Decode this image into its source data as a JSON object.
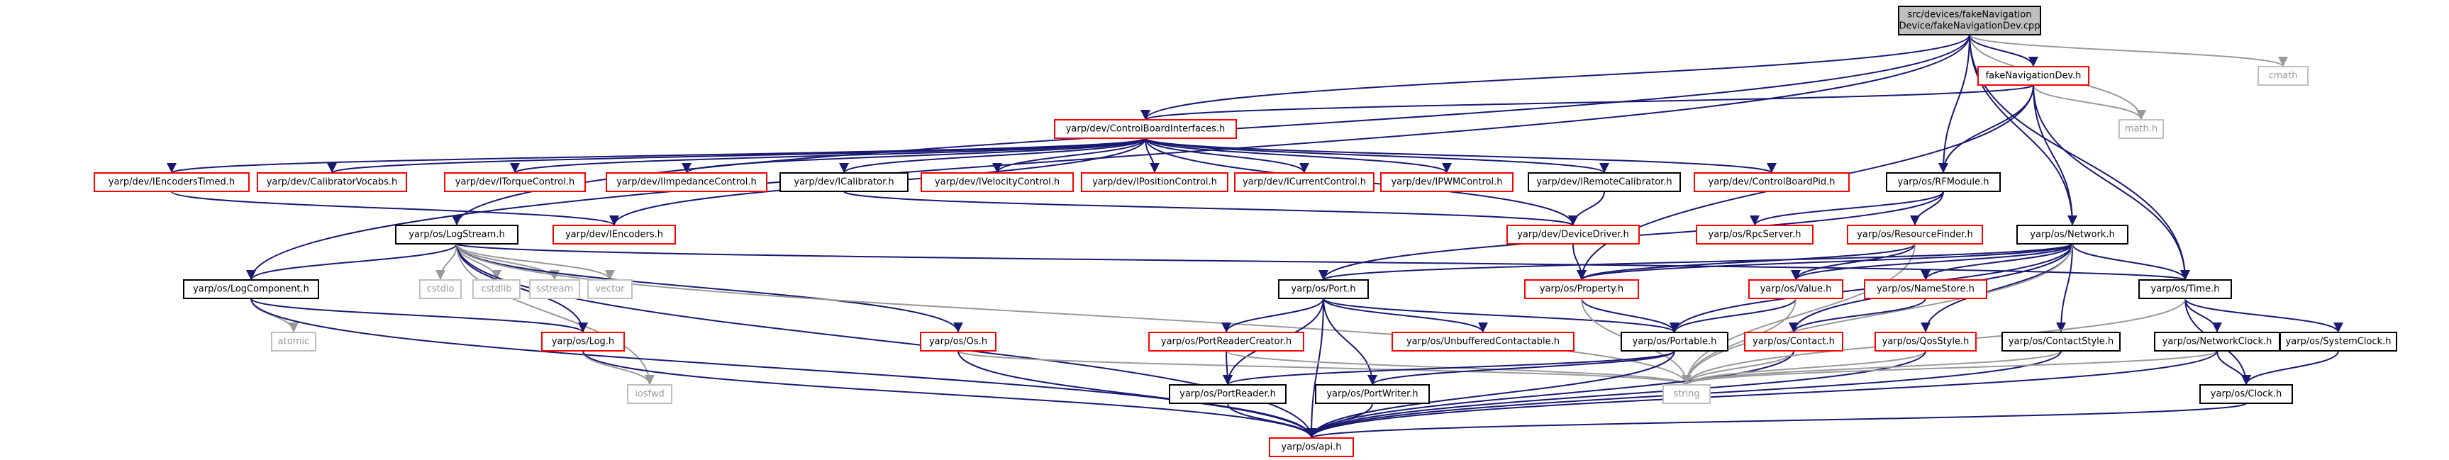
{
  "colors": {
    "edge": "#191970",
    "edge_system": "#999999",
    "border_documented": "#000000",
    "border_undocumented": "#ff0000",
    "border_system": "#bfbfbf",
    "root_fill": "#bfbfbf",
    "text": "#000000",
    "text_system": "#999999"
  },
  "nodes": [
    {
      "id": "root",
      "lines": [
        "src/devices/fakeNavigation",
        "Device/fakeNavigationDev.cpp"
      ],
      "kind": "root"
    },
    {
      "id": "fakeNav",
      "lines": [
        "fakeNavigationDev.h"
      ],
      "kind": "red"
    },
    {
      "id": "cmath",
      "lines": [
        "cmath"
      ],
      "kind": "gray"
    },
    {
      "id": "cbi",
      "lines": [
        "yarp/dev/ControlBoardInterfaces.h"
      ],
      "kind": "red"
    },
    {
      "id": "mathh",
      "lines": [
        "math.h"
      ],
      "kind": "gray"
    },
    {
      "id": "ienctimed",
      "lines": [
        "yarp/dev/IEncodersTimed.h"
      ],
      "kind": "red"
    },
    {
      "id": "calvocabs",
      "lines": [
        "yarp/dev/CalibratorVocabs.h"
      ],
      "kind": "red"
    },
    {
      "id": "itorque",
      "lines": [
        "yarp/dev/ITorqueControl.h"
      ],
      "kind": "red"
    },
    {
      "id": "iimped",
      "lines": [
        "yarp/dev/IImpedanceControl.h"
      ],
      "kind": "red"
    },
    {
      "id": "icalib",
      "lines": [
        "yarp/dev/ICalibrator.h"
      ],
      "kind": "black"
    },
    {
      "id": "ivel",
      "lines": [
        "yarp/dev/IVelocityControl.h"
      ],
      "kind": "red"
    },
    {
      "id": "ipos",
      "lines": [
        "yarp/dev/IPositionControl.h"
      ],
      "kind": "red"
    },
    {
      "id": "icurr",
      "lines": [
        "yarp/dev/ICurrentControl.h"
      ],
      "kind": "red"
    },
    {
      "id": "ipwm",
      "lines": [
        "yarp/dev/IPWMControl.h"
      ],
      "kind": "red"
    },
    {
      "id": "iremcal",
      "lines": [
        "yarp/dev/IRemoteCalibrator.h"
      ],
      "kind": "black"
    },
    {
      "id": "cbpid",
      "lines": [
        "yarp/dev/ControlBoardPid.h"
      ],
      "kind": "red"
    },
    {
      "id": "rfmodule",
      "lines": [
        "yarp/os/RFModule.h"
      ],
      "kind": "black"
    },
    {
      "id": "logstream",
      "lines": [
        "yarp/os/LogStream.h"
      ],
      "kind": "black"
    },
    {
      "id": "iencoders",
      "lines": [
        "yarp/dev/IEncoders.h"
      ],
      "kind": "red"
    },
    {
      "id": "devdriver",
      "lines": [
        "yarp/dev/DeviceDriver.h"
      ],
      "kind": "red"
    },
    {
      "id": "rpcserver",
      "lines": [
        "yarp/os/RpcServer.h"
      ],
      "kind": "red"
    },
    {
      "id": "resfinder",
      "lines": [
        "yarp/os/ResourceFinder.h"
      ],
      "kind": "red"
    },
    {
      "id": "network",
      "lines": [
        "yarp/os/Network.h"
      ],
      "kind": "black"
    },
    {
      "id": "logcomp",
      "lines": [
        "yarp/os/LogComponent.h"
      ],
      "kind": "black"
    },
    {
      "id": "cstdio",
      "lines": [
        "cstdio"
      ],
      "kind": "gray"
    },
    {
      "id": "cstdlib",
      "lines": [
        "cstdlib"
      ],
      "kind": "gray"
    },
    {
      "id": "sstream",
      "lines": [
        "sstream"
      ],
      "kind": "gray"
    },
    {
      "id": "vector",
      "lines": [
        "vector"
      ],
      "kind": "gray"
    },
    {
      "id": "port",
      "lines": [
        "yarp/os/Port.h"
      ],
      "kind": "black"
    },
    {
      "id": "property",
      "lines": [
        "yarp/os/Property.h"
      ],
      "kind": "red"
    },
    {
      "id": "value",
      "lines": [
        "yarp/os/Value.h"
      ],
      "kind": "red"
    },
    {
      "id": "namestore",
      "lines": [
        "yarp/os/NameStore.h"
      ],
      "kind": "red"
    },
    {
      "id": "time",
      "lines": [
        "yarp/os/Time.h"
      ],
      "kind": "black"
    },
    {
      "id": "atomic",
      "lines": [
        "atomic"
      ],
      "kind": "gray"
    },
    {
      "id": "log",
      "lines": [
        "yarp/os/Log.h"
      ],
      "kind": "red"
    },
    {
      "id": "os",
      "lines": [
        "yarp/os/Os.h"
      ],
      "kind": "red"
    },
    {
      "id": "portreadercreator",
      "lines": [
        "yarp/os/PortReaderCreator.h"
      ],
      "kind": "red"
    },
    {
      "id": "unbuffered",
      "lines": [
        "yarp/os/UnbufferedContactable.h"
      ],
      "kind": "red"
    },
    {
      "id": "portable",
      "lines": [
        "yarp/os/Portable.h"
      ],
      "kind": "black"
    },
    {
      "id": "contact",
      "lines": [
        "yarp/os/Contact.h"
      ],
      "kind": "red"
    },
    {
      "id": "qosstyle",
      "lines": [
        "yarp/os/QosStyle.h"
      ],
      "kind": "red"
    },
    {
      "id": "contactstyle",
      "lines": [
        "yarp/os/ContactStyle.h"
      ],
      "kind": "black"
    },
    {
      "id": "netclock",
      "lines": [
        "yarp/os/NetworkClock.h"
      ],
      "kind": "black"
    },
    {
      "id": "sysclock",
      "lines": [
        "yarp/os/SystemClock.h"
      ],
      "kind": "black"
    },
    {
      "id": "iosfwd",
      "lines": [
        "iosfwd"
      ],
      "kind": "gray"
    },
    {
      "id": "string",
      "lines": [
        "string"
      ],
      "kind": "gray"
    },
    {
      "id": "portreader",
      "lines": [
        "yarp/os/PortReader.h"
      ],
      "kind": "black"
    },
    {
      "id": "portwriter",
      "lines": [
        "yarp/os/PortWriter.h"
      ],
      "kind": "black"
    },
    {
      "id": "clock",
      "lines": [
        "yarp/os/Clock.h"
      ],
      "kind": "black"
    },
    {
      "id": "api",
      "lines": [
        "yarp/os/api.h"
      ],
      "kind": "red"
    }
  ],
  "edges": [
    [
      "root",
      "fakeNav"
    ],
    [
      "root",
      "cmath"
    ],
    [
      "root",
      "cbi"
    ],
    [
      "root",
      "mathh"
    ],
    [
      "root",
      "rfmodule"
    ],
    [
      "root",
      "logstream"
    ],
    [
      "root",
      "logcomp"
    ],
    [
      "root",
      "network"
    ],
    [
      "root",
      "time"
    ],
    [
      "fakeNav",
      "cbi"
    ],
    [
      "fakeNav",
      "mathh"
    ],
    [
      "fakeNav",
      "rfmodule"
    ],
    [
      "fakeNav",
      "network"
    ],
    [
      "fakeNav",
      "time"
    ],
    [
      "fakeNav",
      "property"
    ],
    [
      "cbi",
      "ienctimed"
    ],
    [
      "cbi",
      "calvocabs"
    ],
    [
      "cbi",
      "itorque"
    ],
    [
      "cbi",
      "iimped"
    ],
    [
      "cbi",
      "icalib"
    ],
    [
      "cbi",
      "ivel"
    ],
    [
      "cbi",
      "ipos"
    ],
    [
      "cbi",
      "icurr"
    ],
    [
      "cbi",
      "ipwm"
    ],
    [
      "cbi",
      "iremcal"
    ],
    [
      "cbi",
      "cbpid"
    ],
    [
      "cbi",
      "iencoders"
    ],
    [
      "cbi",
      "devdriver"
    ],
    [
      "ienctimed",
      "iencoders"
    ],
    [
      "icalib",
      "devdriver"
    ],
    [
      "iremcal",
      "devdriver"
    ],
    [
      "rfmodule",
      "rpcserver"
    ],
    [
      "rfmodule",
      "resfinder"
    ],
    [
      "rfmodule",
      "port"
    ],
    [
      "devdriver",
      "property"
    ],
    [
      "resfinder",
      "property"
    ],
    [
      "resfinder",
      "value"
    ],
    [
      "resfinder",
      "string"
    ],
    [
      "network",
      "port"
    ],
    [
      "network",
      "property"
    ],
    [
      "network",
      "value"
    ],
    [
      "network",
      "namestore"
    ],
    [
      "network",
      "time"
    ],
    [
      "network",
      "contact"
    ],
    [
      "network",
      "qosstyle"
    ],
    [
      "network",
      "contactstyle"
    ],
    [
      "network",
      "portable"
    ],
    [
      "network",
      "string"
    ],
    [
      "logstream",
      "cstdio"
    ],
    [
      "logstream",
      "cstdlib"
    ],
    [
      "logstream",
      "sstream"
    ],
    [
      "logstream",
      "vector"
    ],
    [
      "logstream",
      "logcomp"
    ],
    [
      "logstream",
      "log"
    ],
    [
      "logstream",
      "os"
    ],
    [
      "logstream",
      "iosfwd"
    ],
    [
      "logstream",
      "time"
    ],
    [
      "logstream",
      "api"
    ],
    [
      "logstream",
      "string"
    ],
    [
      "logcomp",
      "atomic"
    ],
    [
      "logcomp",
      "log"
    ],
    [
      "logcomp",
      "api"
    ],
    [
      "log",
      "iosfwd"
    ],
    [
      "log",
      "api"
    ],
    [
      "os",
      "string"
    ],
    [
      "os",
      "api"
    ],
    [
      "port",
      "portreadercreator"
    ],
    [
      "port",
      "unbuffered"
    ],
    [
      "port",
      "portable"
    ],
    [
      "port",
      "portreader"
    ],
    [
      "port",
      "portwriter"
    ],
    [
      "port",
      "api"
    ],
    [
      "portreadercreator",
      "portreader"
    ],
    [
      "portreadercreator",
      "string"
    ],
    [
      "property",
      "portable"
    ],
    [
      "property",
      "string"
    ],
    [
      "value",
      "portable"
    ],
    [
      "value",
      "string"
    ],
    [
      "namestore",
      "contact"
    ],
    [
      "portable",
      "portreader"
    ],
    [
      "portable",
      "portwriter"
    ],
    [
      "portable",
      "api"
    ],
    [
      "contact",
      "string"
    ],
    [
      "contact",
      "api"
    ],
    [
      "qosstyle",
      "string"
    ],
    [
      "qosstyle",
      "api"
    ],
    [
      "contactstyle",
      "string"
    ],
    [
      "contactstyle",
      "api"
    ],
    [
      "time",
      "netclock"
    ],
    [
      "time",
      "sysclock"
    ],
    [
      "time",
      "clock"
    ],
    [
      "time",
      "string"
    ],
    [
      "netclock",
      "clock"
    ],
    [
      "netclock",
      "string"
    ],
    [
      "netclock",
      "api"
    ],
    [
      "sysclock",
      "clock"
    ],
    [
      "portreader",
      "api"
    ],
    [
      "portwriter",
      "api"
    ],
    [
      "clock",
      "api"
    ]
  ]
}
